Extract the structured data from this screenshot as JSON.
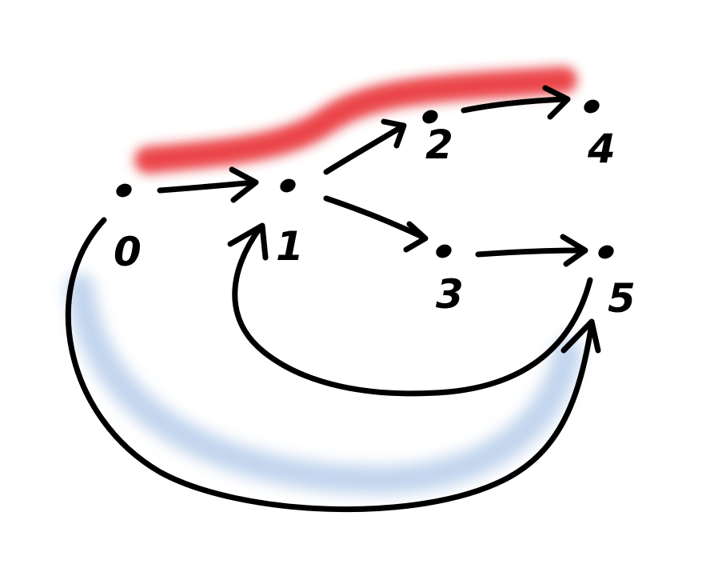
{
  "diagram": {
    "type": "directed-graph",
    "nodes": [
      {
        "id": "0",
        "label": "0"
      },
      {
        "id": "1",
        "label": "1"
      },
      {
        "id": "2",
        "label": "2"
      },
      {
        "id": "3",
        "label": "3"
      },
      {
        "id": "4",
        "label": "4"
      },
      {
        "id": "5",
        "label": "5"
      }
    ],
    "edges": [
      {
        "from": "0",
        "to": "1"
      },
      {
        "from": "1",
        "to": "2"
      },
      {
        "from": "1",
        "to": "3"
      },
      {
        "from": "2",
        "to": "4"
      },
      {
        "from": "3",
        "to": "5"
      },
      {
        "from": "5",
        "to": "1"
      },
      {
        "from": "0",
        "to": "5"
      }
    ],
    "highlights": [
      {
        "name": "red-path-highlight",
        "path": [
          "0",
          "1",
          "2",
          "4"
        ],
        "color": "#e8262a"
      },
      {
        "name": "blue-edge-highlight",
        "path": [
          "0",
          "5"
        ],
        "color": "#8fb3e0"
      }
    ],
    "colors": {
      "ink": "#000000",
      "background": "#ffffff"
    }
  }
}
